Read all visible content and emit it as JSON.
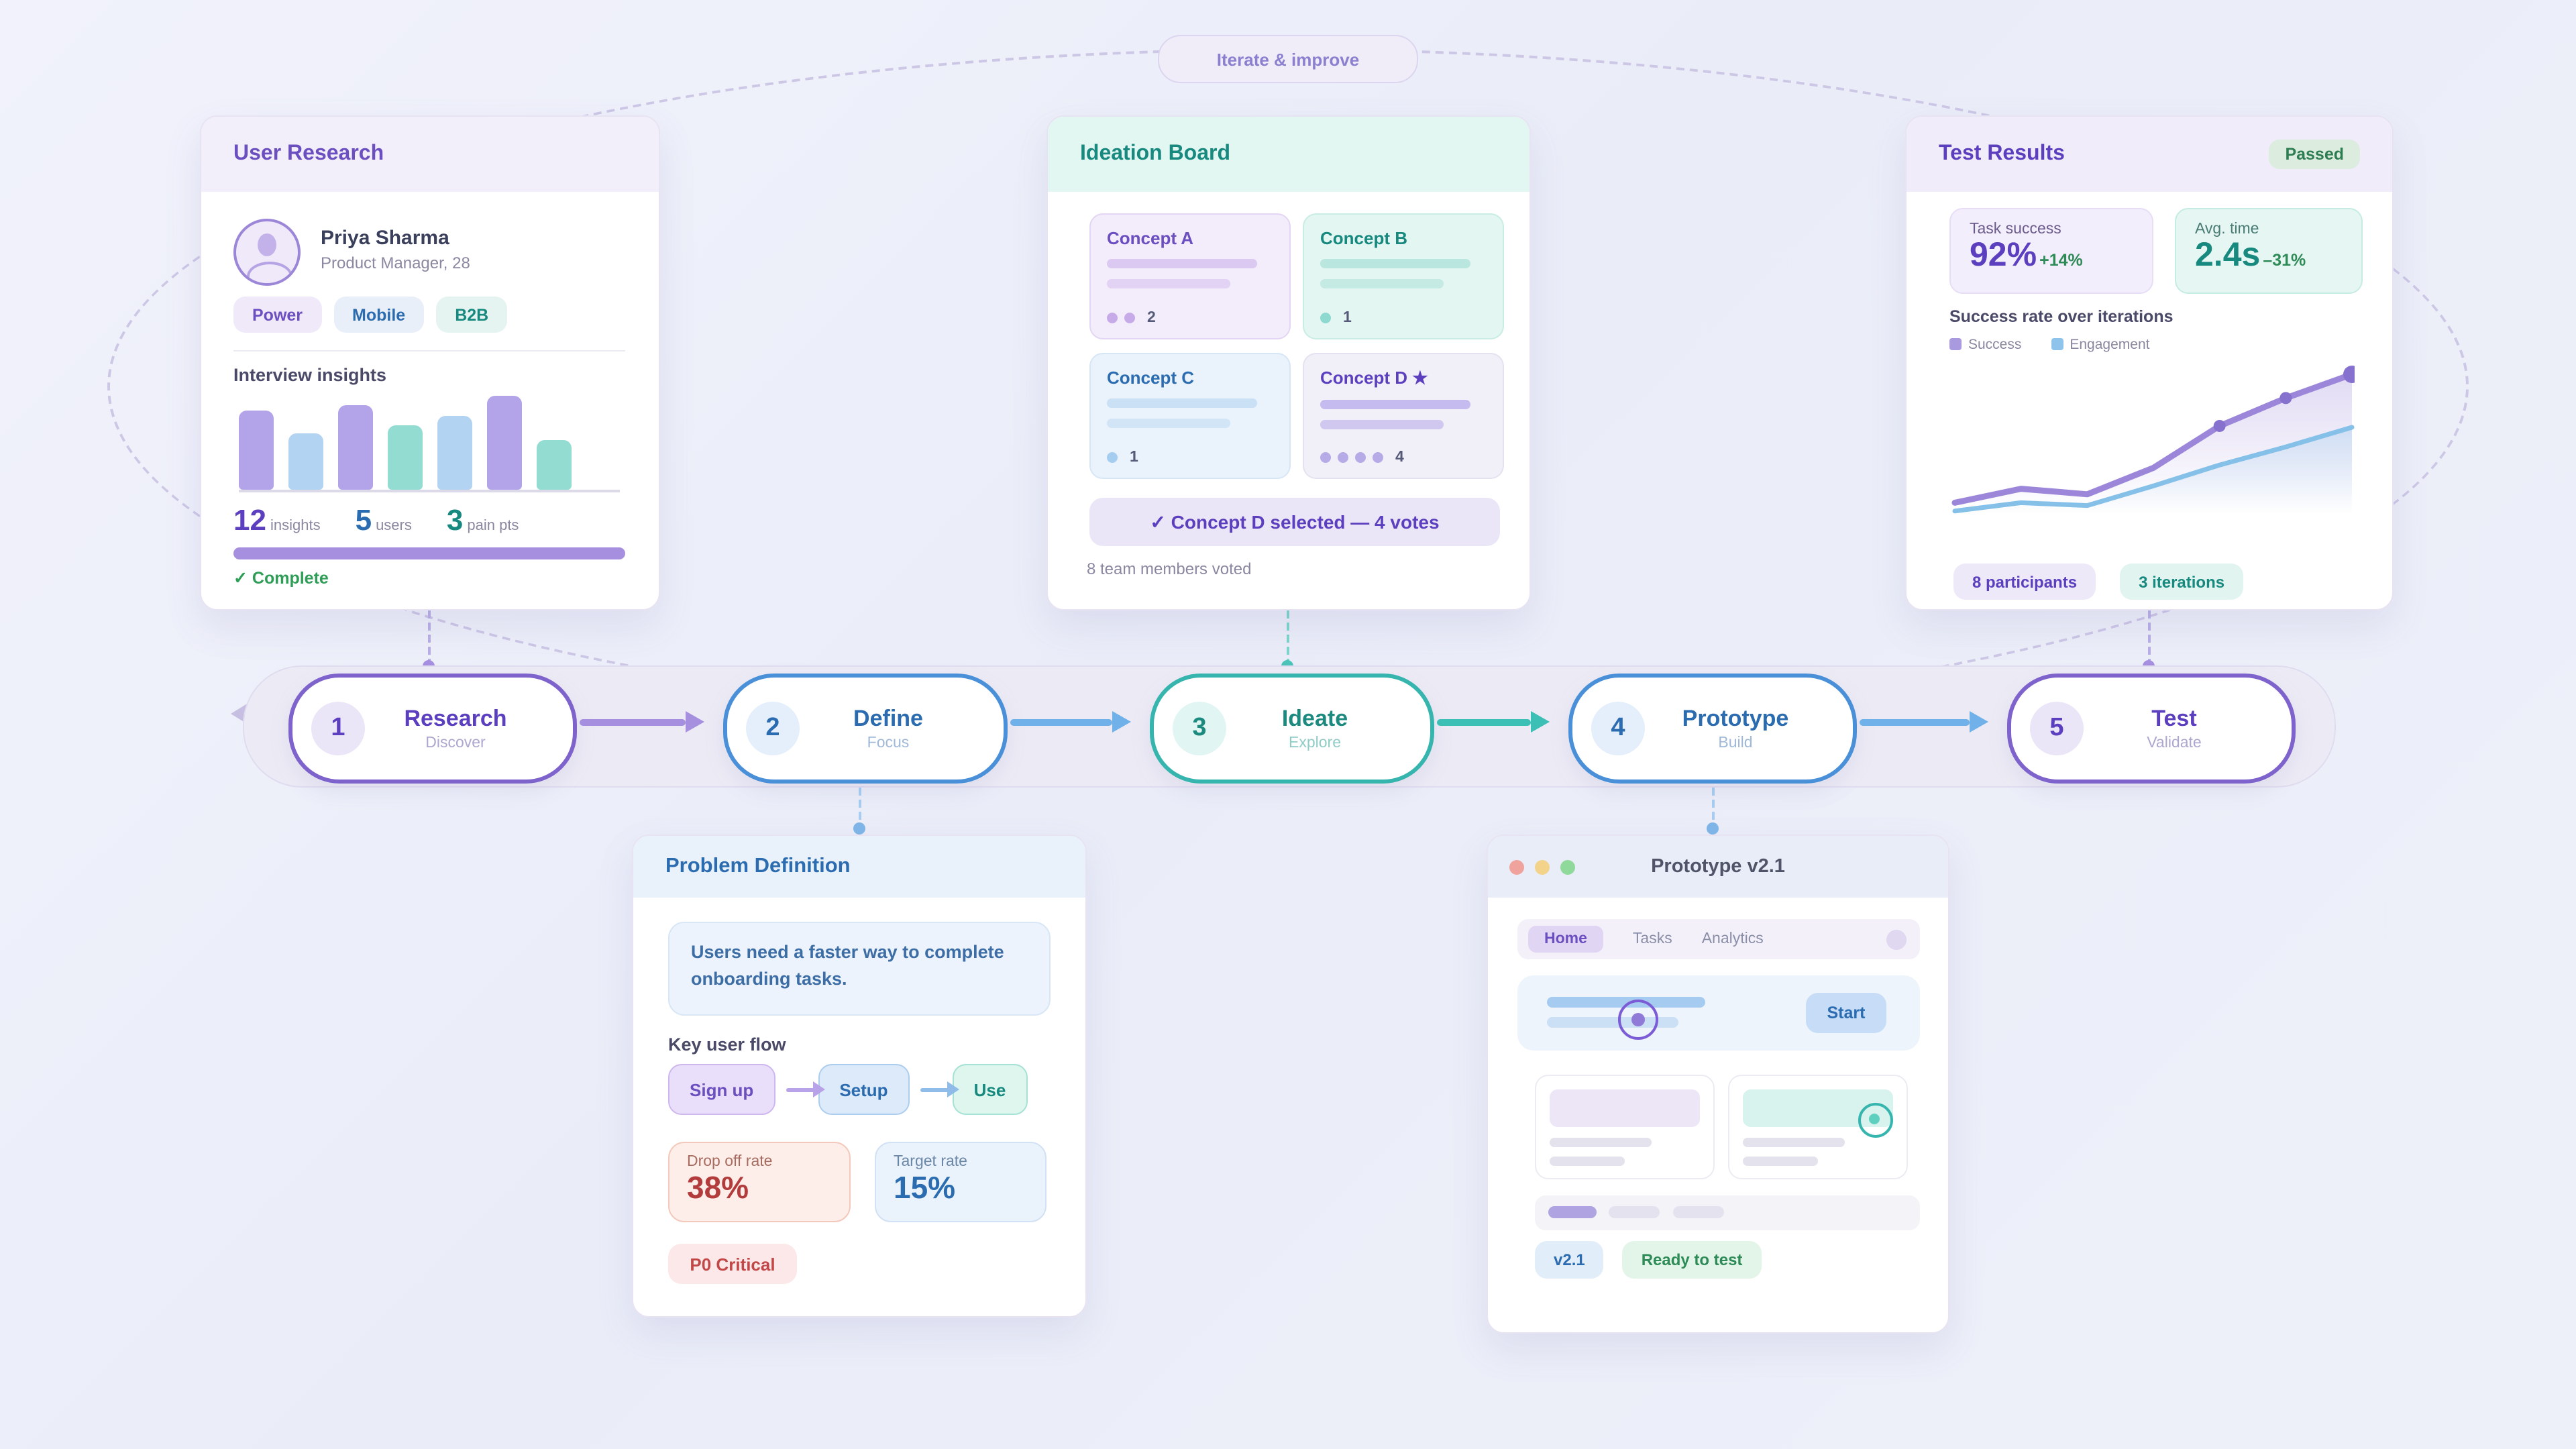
{
  "page": {
    "iterate_label": "Iterate & improve"
  },
  "user_research": {
    "title": "User Research",
    "persona": {
      "name": "Priya Sharma",
      "meta": "Product Manager, 28"
    },
    "chips": [
      {
        "label": "Power",
        "theme": "purple"
      },
      {
        "label": "Mobile",
        "theme": "blue"
      },
      {
        "label": "B2B",
        "theme": "teal"
      }
    ],
    "insights_label": "Interview insights",
    "bars": [
      {
        "value": 63,
        "theme": "purple"
      },
      {
        "value": 45,
        "theme": "blue"
      },
      {
        "value": 68,
        "theme": "purple"
      },
      {
        "value": 52,
        "theme": "teal"
      },
      {
        "value": 59,
        "theme": "blue"
      },
      {
        "value": 75,
        "theme": "purple"
      },
      {
        "value": 40,
        "theme": "teal"
      }
    ],
    "stats": [
      {
        "value": "12",
        "label": "insights",
        "theme": "purple"
      },
      {
        "value": "5",
        "label": "users",
        "theme": "blue"
      },
      {
        "value": "3",
        "label": "pain pts",
        "theme": "teal"
      }
    ],
    "status": "✓ Complete"
  },
  "ideation": {
    "title": "Ideation Board",
    "concepts": [
      {
        "name": "Concept A",
        "dots": 2,
        "count": "2",
        "theme": "purple"
      },
      {
        "name": "Concept B",
        "dots": 1,
        "count": "1",
        "theme": "teal"
      },
      {
        "name": "Concept C",
        "dots": 1,
        "count": "1",
        "theme": "blue"
      },
      {
        "name": "Concept D ★",
        "dots": 4,
        "count": "4",
        "theme": "lavender"
      }
    ],
    "banner": "✓ Concept D selected — 4 votes",
    "caption": "8 team members voted"
  },
  "test_results": {
    "title": "Test Results",
    "badge": "Passed",
    "stats": [
      {
        "label": "Task success",
        "value": "92%",
        "delta": "+14%",
        "theme": "purple"
      },
      {
        "label": "Avg. time",
        "value": "2.4s",
        "delta": "–31%",
        "theme": "teal"
      }
    ],
    "chart_title": "Success rate over iterations",
    "legend": [
      {
        "label": "Success",
        "color": "#a99ae0"
      },
      {
        "label": "Engagement",
        "color": "#8ec4ec"
      }
    ],
    "chart": {
      "success": [
        8,
        18,
        14,
        33,
        63,
        83,
        100
      ],
      "engagement": [
        2,
        8,
        6,
        20,
        35,
        48,
        62
      ]
    },
    "badges": [
      {
        "label": "8 participants",
        "theme": "purple"
      },
      {
        "label": "3 iterations",
        "theme": "teal"
      }
    ]
  },
  "timeline": {
    "steps": [
      {
        "num": "1",
        "title": "Research",
        "subtitle": "Discover",
        "theme": "purple"
      },
      {
        "num": "2",
        "title": "Define",
        "subtitle": "Focus",
        "theme": "blue"
      },
      {
        "num": "3",
        "title": "Ideate",
        "subtitle": "Explore",
        "theme": "teal"
      },
      {
        "num": "4",
        "title": "Prototype",
        "subtitle": "Build",
        "theme": "blue"
      },
      {
        "num": "5",
        "title": "Test",
        "subtitle": "Validate",
        "theme": "purple"
      }
    ],
    "arrows": [
      "purple",
      "blue",
      "teal",
      "blue"
    ]
  },
  "problem": {
    "title": "Problem Definition",
    "statement": "Users need a faster way to complete onboarding tasks.",
    "flow_label": "Key user flow",
    "flow": [
      {
        "label": "Sign up",
        "theme": "purple"
      },
      {
        "label": "Setup",
        "theme": "blue"
      },
      {
        "label": "Use",
        "theme": "teal"
      }
    ],
    "metrics": [
      {
        "label": "Drop off rate",
        "value": "38%",
        "theme": "red"
      },
      {
        "label": "Target rate",
        "value": "15%",
        "theme": "blue"
      }
    ],
    "priority": "P0 Critical"
  },
  "prototype": {
    "title": "Prototype v2.1",
    "traffic_lights": [
      "#f0a29c",
      "#f2d389",
      "#8fd99a"
    ],
    "tabs": [
      {
        "label": "Home",
        "active": true
      },
      {
        "label": "Tasks",
        "active": false
      },
      {
        "label": "Analytics",
        "active": false
      }
    ],
    "start_label": "Start",
    "badges": [
      {
        "label": "v2.1",
        "theme": "blue"
      },
      {
        "label": "Ready to test",
        "theme": "green"
      }
    ]
  },
  "chart_data": [
    {
      "type": "bar",
      "title": "Interview insights",
      "context": "User Research card mini chart, unlabeled axis",
      "categories": [
        "b1",
        "b2",
        "b3",
        "b4",
        "b5",
        "b6",
        "b7"
      ],
      "values": [
        63,
        45,
        68,
        52,
        59,
        75,
        40
      ],
      "colors": [
        "purple",
        "blue",
        "purple",
        "teal",
        "blue",
        "purple",
        "teal"
      ],
      "ylim": [
        0,
        80
      ]
    },
    {
      "type": "line",
      "title": "Success rate over iterations",
      "context": "Test Results card, axes unlabeled, area fill under both lines",
      "x": [
        1,
        2,
        3,
        4,
        5,
        6,
        7
      ],
      "series": [
        {
          "name": "Success",
          "values": [
            8,
            18,
            14,
            33,
            63,
            83,
            100
          ],
          "color": "#9b86d9",
          "markers_at": [
            5,
            6,
            7
          ]
        },
        {
          "name": "Engagement",
          "values": [
            2,
            8,
            6,
            20,
            35,
            48,
            62
          ],
          "color": "#85c0e8",
          "markers_at": []
        }
      ],
      "legend_position": "top-left",
      "ylim": [
        0,
        100
      ]
    }
  ]
}
